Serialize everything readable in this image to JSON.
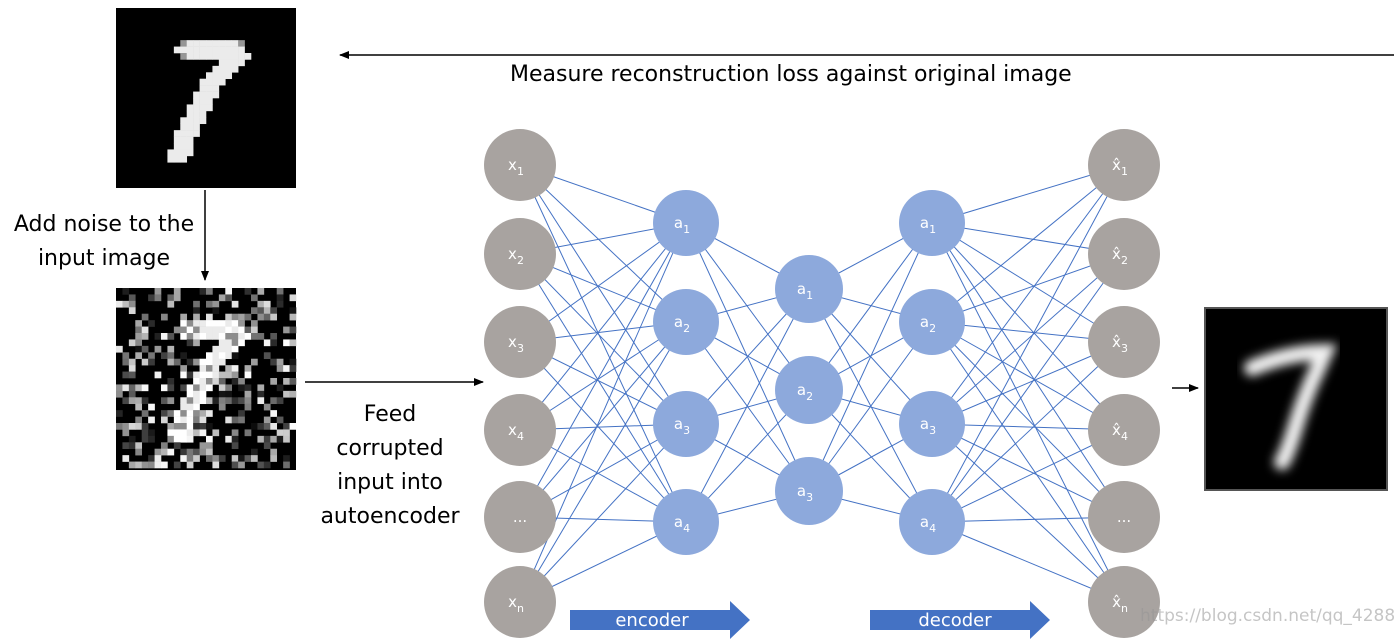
{
  "captions": {
    "top": "Measure reconstruction loss against original image",
    "noise_line1": "Add noise to the",
    "noise_line2": "input image",
    "feed_line1": "Feed",
    "feed_line2": "corrupted",
    "feed_line3": "input into",
    "feed_line4": "autoencoder"
  },
  "network": {
    "input_nodes": [
      {
        "base": "x",
        "sub": "1"
      },
      {
        "base": "x",
        "sub": "2"
      },
      {
        "base": "x",
        "sub": "3"
      },
      {
        "base": "x",
        "sub": "4"
      },
      {
        "base": "...",
        "sub": ""
      },
      {
        "base": "x",
        "sub": "n"
      }
    ],
    "encoder_hidden": [
      {
        "base": "a",
        "sub": "1"
      },
      {
        "base": "a",
        "sub": "2"
      },
      {
        "base": "a",
        "sub": "3"
      },
      {
        "base": "a",
        "sub": "4"
      }
    ],
    "bottleneck": [
      {
        "base": "a",
        "sub": "1"
      },
      {
        "base": "a",
        "sub": "2"
      },
      {
        "base": "a",
        "sub": "3"
      }
    ],
    "decoder_hidden": [
      {
        "base": "a",
        "sub": "1"
      },
      {
        "base": "a",
        "sub": "2"
      },
      {
        "base": "a",
        "sub": "3"
      },
      {
        "base": "a",
        "sub": "4"
      }
    ],
    "output_nodes": [
      {
        "base": "x̂",
        "sub": "1"
      },
      {
        "base": "x̂",
        "sub": "2"
      },
      {
        "base": "x̂",
        "sub": "3"
      },
      {
        "base": "x̂",
        "sub": "4"
      },
      {
        "base": "...",
        "sub": ""
      },
      {
        "base": "x̂",
        "sub": "n"
      }
    ],
    "encoder_label": "encoder",
    "decoder_label": "decoder"
  },
  "watermark": "https://blog.csdn.net/qq_4288",
  "colors": {
    "gray_node": "#a8a3a0",
    "blue_node": "#8da9dc",
    "edge": "#4472c4",
    "arrow_fill": "#4472c4"
  }
}
